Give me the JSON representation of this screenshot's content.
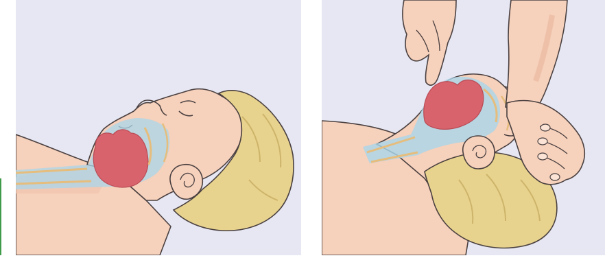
{
  "figure": {
    "panels": [
      {
        "id": "left",
        "subject": "head-at-rest-airway-blocked"
      },
      {
        "id": "right",
        "subject": "head-tilt-chin-lift-airway-open"
      }
    ]
  },
  "colors": {
    "background": "#e6e7f3",
    "skin": "#f6d1bc",
    "skin_shadow": "#ebb9a0",
    "outline": "#4a4040",
    "hair": "#e8d38e",
    "hair_shadow": "#cdb46a",
    "tongue": "#d9636c",
    "airway": "#a9d6ea",
    "airway_line": "#e6bd7c"
  }
}
